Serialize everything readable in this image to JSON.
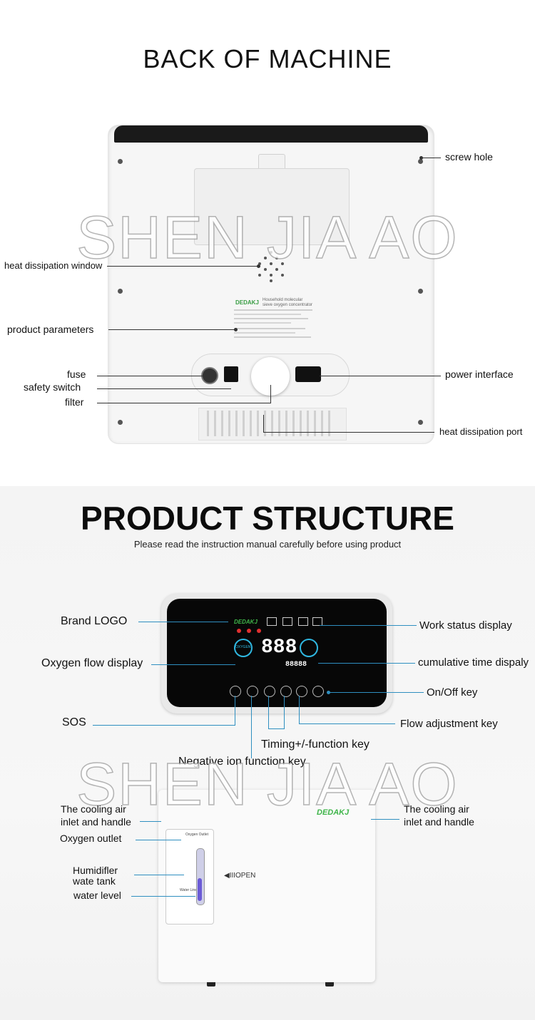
{
  "back": {
    "title": "BACK OF MACHINE",
    "labels": {
      "screw_hole": "screw hole",
      "heat_dissipation_window": "heat dissipation window",
      "product_parameters": "product parameters",
      "fuse": "fuse",
      "safety_switch": "safety switch",
      "filter": "filter",
      "power_interface": "power interface",
      "heat_dissipation_port": "heat dissipation port"
    },
    "plate_brand": "DEDAKJ",
    "plate_heading": "Household molecular sieve oxygen concentrator"
  },
  "watermark": "SHEN JIA AO",
  "structure": {
    "title": "PRODUCT STRUCTURE",
    "subtitle": "Please read the instruction manual carefully before using product",
    "labels": {
      "brand_logo": "Brand LOGO",
      "oxygen_flow_display": "Oxygen flow display",
      "sos": "SOS",
      "work_status_display": "Work status display",
      "cumulative_time_display": "cumulative time dispaly",
      "on_off_key": "On/Off key",
      "flow_adjustment_key": "Flow adjustment key",
      "timing_key": "Timing+/-function key",
      "negative_ion_key": "Negative ion function key",
      "cooling_left_1": "The cooling air",
      "cooling_left_2": "inlet and handle",
      "oxygen_outlet": "Oxygen outlet",
      "humidifier_1": "Humidifler",
      "humidifier_2": "wate tank",
      "water_level": "water level",
      "cooling_right_1": "The cooling air",
      "cooling_right_2": "inlet and handle"
    },
    "panel_brand": "DEDAKJ",
    "panel_digits": "888",
    "panel_timer": "88888",
    "oxygen_ring": "OXYGEN",
    "body_brand": "DEDAKJ",
    "open_label": "◀IIIOPEN",
    "tank_top": "Oxygen Outlet",
    "tank_level": "Water Line"
  },
  "colors": {
    "accent_line": "#2f8fc0",
    "brand_green": "#3fb54a",
    "water": "#6b5bd6"
  }
}
